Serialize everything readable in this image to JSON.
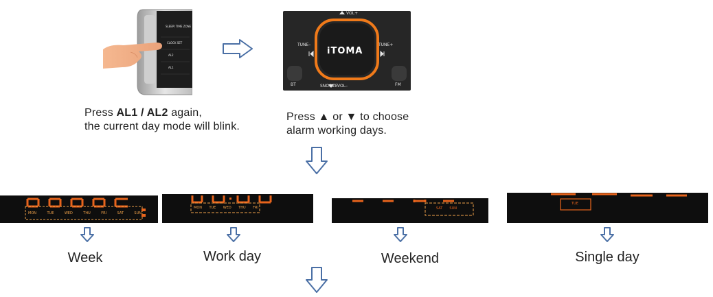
{
  "step1": {
    "device_buttons": [
      "SLEEP/ TIME ZONE",
      "CLOCK SET",
      "AL2",
      "AL1"
    ],
    "caption_pre": "Press ",
    "caption_bold": "AL1 / AL2",
    "caption_post": " again,",
    "caption_line2": "the current day mode will blink."
  },
  "step2": {
    "remote": {
      "brand": "iTOMA",
      "vol_up": "VOL+",
      "vol_down": "VOL–",
      "snooze": "SNOOZE",
      "tune_minus": "TUNE–",
      "tune_plus": "TUNE+",
      "bt": "BT",
      "fm": "FM"
    },
    "caption_line1": "Press ▲ or ▼ to choose",
    "caption_line2": "alarm working days."
  },
  "modes": [
    {
      "label": "Week",
      "days": [
        "MON",
        "TUE",
        "WED",
        "THU",
        "FRI",
        "SAT",
        "SUN"
      ]
    },
    {
      "label": "Work day",
      "days": [
        "MON",
        "TUE",
        "WED",
        "THU",
        "FRI"
      ]
    },
    {
      "label": "Weekend",
      "days": [
        "SAT",
        "SUN"
      ]
    },
    {
      "label": "Single day",
      "days": [
        "TUE"
      ]
    }
  ],
  "colors": {
    "arrow_stroke": "#4a6fa5",
    "lcd_orange": "#e8641c",
    "remote_ring": "#f07a1a"
  }
}
